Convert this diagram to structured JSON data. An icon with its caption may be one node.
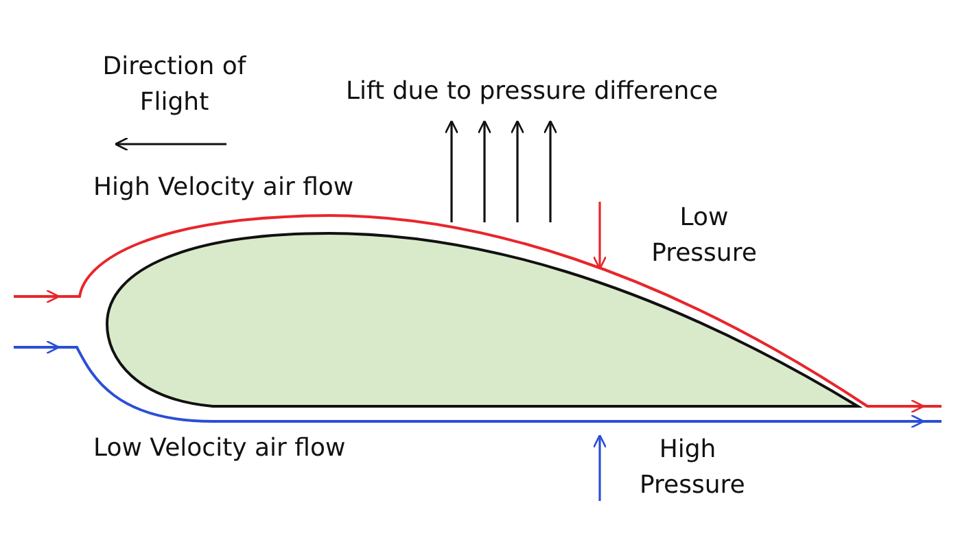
{
  "diagram": {
    "labels": [
      "Direction of Flight",
      "Lift due to pressure difference",
      "High Velocity air flow",
      "Low Pressure",
      "Low Velocity air flow",
      "High Pressure"
    ]
  }
}
